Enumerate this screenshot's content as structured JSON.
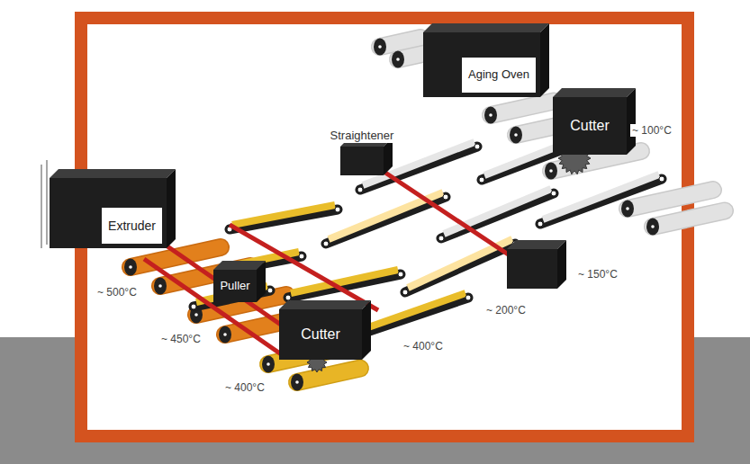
{
  "diagram": {
    "nodes": [
      {
        "text": [
          "Aging Oven"
        ]
      },
      {
        "text": [
          "Straightener"
        ]
      },
      {
        "text": [
          "Cutter"
        ]
      },
      {
        "text": [
          "Extruder"
        ]
      },
      {
        "text": [
          "Puller"
        ]
      },
      {
        "text": [
          "Cutter"
        ]
      }
    ],
    "labels": [
      "~ 100°C",
      "~ 150°C",
      "~ 500°C",
      "~ 200°C",
      "~ 450°C",
      "~ 400°C",
      "~ 400°C"
    ]
  }
}
